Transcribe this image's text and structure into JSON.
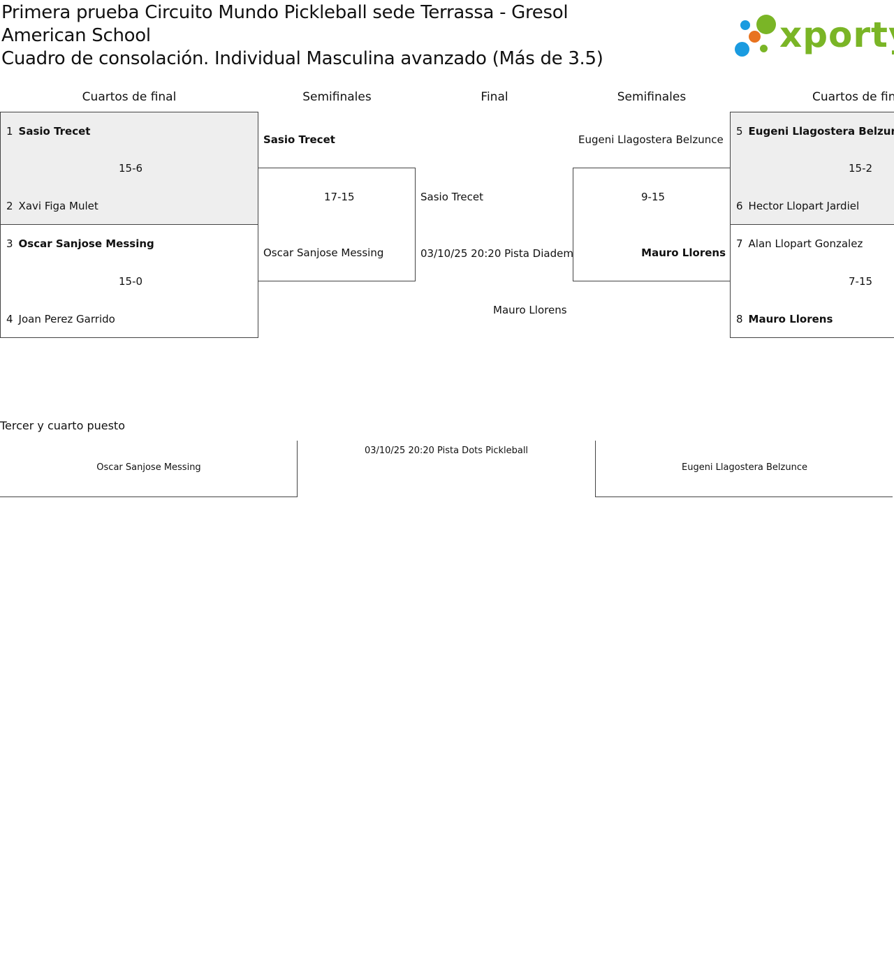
{
  "header": {
    "title_line1": "Primera prueba Circuito Mundo Pickleball sede Terrassa - Gresol",
    "title_line2": "American School",
    "title_line3": "Cuadro de consolación. Individual Masculina avanzado (Más de 3.5)"
  },
  "logo": {
    "text": "xporty",
    "colors": {
      "green": "#7ab526",
      "orange": "#e8731f",
      "blue": "#1a9be0"
    }
  },
  "rounds": {
    "left_quarters": "Cuartos de final",
    "left_semis": "Semifinales",
    "final": "Final",
    "right_semis": "Semifinales",
    "right_quarters": "Cuartos de final"
  },
  "left": {
    "q1": {
      "top": {
        "seed": "1",
        "name": "Sasio Trecet"
      },
      "bottom": {
        "seed": "2",
        "name": "Xavi Figa Mulet"
      },
      "score": "15-6"
    },
    "q2": {
      "top": {
        "seed": "3",
        "name": "Oscar Sanjose Messing"
      },
      "bottom": {
        "seed": "4",
        "name": "Joan Perez Garrido"
      },
      "score": "15-0"
    },
    "semi": {
      "top": "Sasio Trecet",
      "bottom": "Oscar Sanjose Messing",
      "score": "17-15"
    }
  },
  "right": {
    "q1": {
      "top": {
        "seed": "5",
        "name": "Eugeni Llagostera Belzunce"
      },
      "bottom": {
        "seed": "6",
        "name": "Hector Llopart Jardiel"
      },
      "score": "15-2"
    },
    "q2": {
      "top": {
        "seed": "7",
        "name": "Alan Llopart Gonzalez"
      },
      "bottom": {
        "seed": "8",
        "name": "Mauro Llorens"
      },
      "score": "7-15"
    },
    "semi": {
      "top": "Eugeni Llagostera Belzunce",
      "bottom": "Mauro Llorens",
      "score": "9-15"
    }
  },
  "final": {
    "top": "Sasio Trecet",
    "schedule": "03/10/25 20:20 Pista Diadem",
    "bottom": "Mauro Llorens"
  },
  "third_place": {
    "title": "Tercer y cuarto puesto",
    "left": "Oscar Sanjose Messing",
    "schedule": "03/10/25 20:20 Pista Dots Pickleball",
    "right": "Eugeni Llagostera Belzunce"
  }
}
